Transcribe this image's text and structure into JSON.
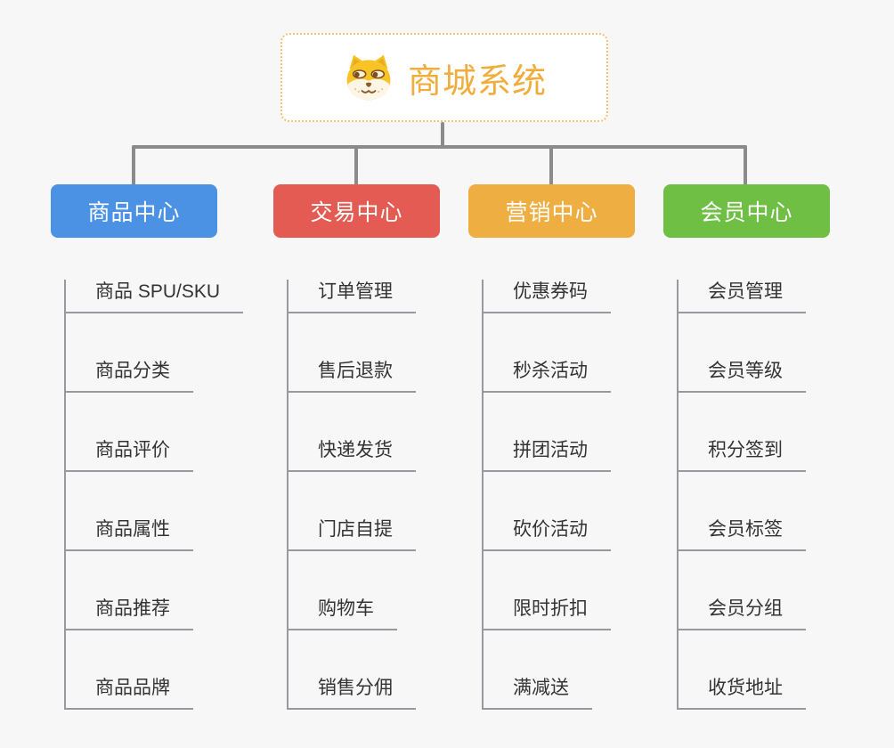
{
  "root": {
    "title": "商城系统",
    "title_color": "#f1ad3c",
    "icon": "dog-face-icon"
  },
  "colors": {
    "connector": "#8b8b8b",
    "leaf_line": "#98989d",
    "leaf_text": "#333333",
    "root_border": "#f4c272"
  },
  "branches": [
    {
      "label": "商品中心",
      "color": "#4b92e5",
      "children": [
        "商品 SPU/SKU",
        "商品分类",
        "商品评价",
        "商品属性",
        "商品推荐",
        "商品品牌"
      ]
    },
    {
      "label": "交易中心",
      "color": "#e45b53",
      "children": [
        "订单管理",
        "售后退款",
        "快递发货",
        "门店自提",
        "购物车",
        "销售分佣"
      ]
    },
    {
      "label": "营销中心",
      "color": "#efae42",
      "children": [
        "优惠券码",
        "秒杀活动",
        "拼团活动",
        "砍价活动",
        "限时折扣",
        "满减送"
      ]
    },
    {
      "label": "会员中心",
      "color": "#6fbf44",
      "children": [
        "会员管理",
        "会员等级",
        "积分签到",
        "会员标签",
        "会员分组",
        "收货地址"
      ]
    }
  ]
}
